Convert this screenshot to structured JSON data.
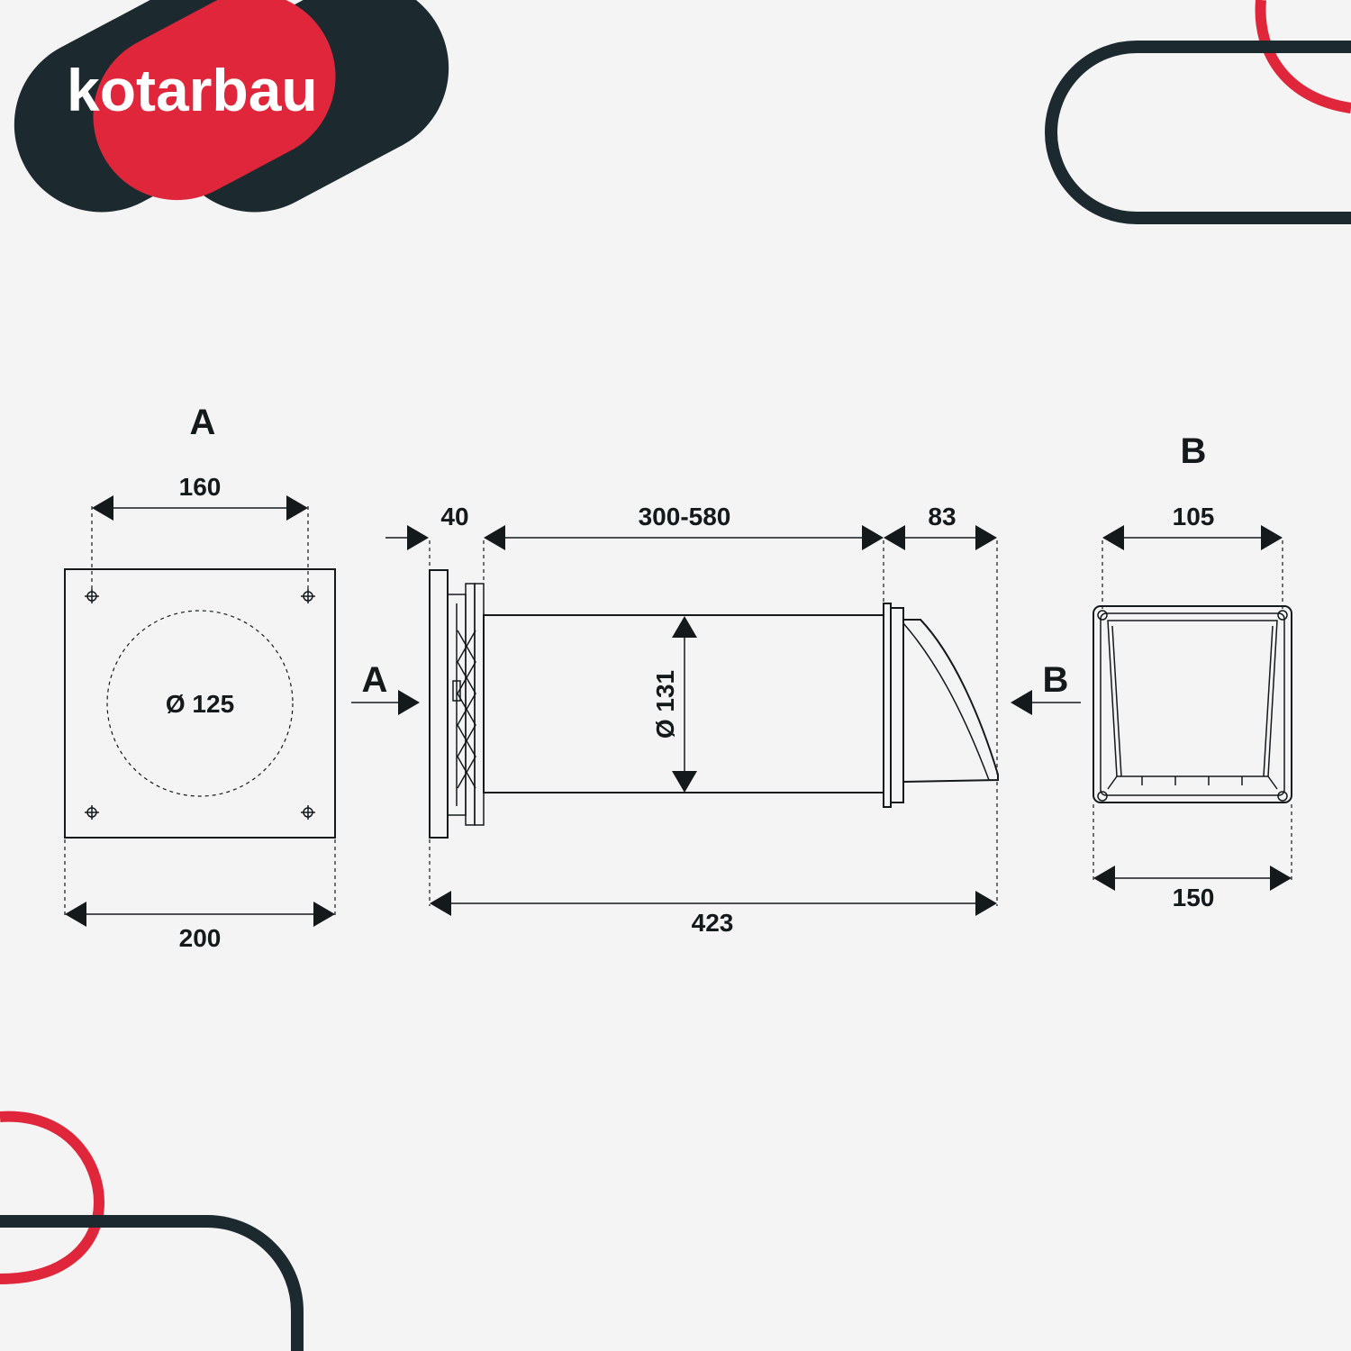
{
  "brand": {
    "name": "kotarbau",
    "colors": {
      "dark": "#1c2a30",
      "red": "#e0263a",
      "line": "#14191c",
      "background": "#f4f4f4"
    }
  },
  "views": {
    "view_a": {
      "title": "A",
      "hole_spacing": "160",
      "width": "200",
      "diameter": "Ø 125"
    },
    "side": {
      "flange": "40",
      "tube_length": "300-580",
      "hood": "83",
      "total": "423",
      "diameter": "Ø 131",
      "arrow_a": "A",
      "arrow_b": "B"
    },
    "view_b": {
      "title": "B",
      "inner_width": "105",
      "outer_width": "150"
    }
  }
}
